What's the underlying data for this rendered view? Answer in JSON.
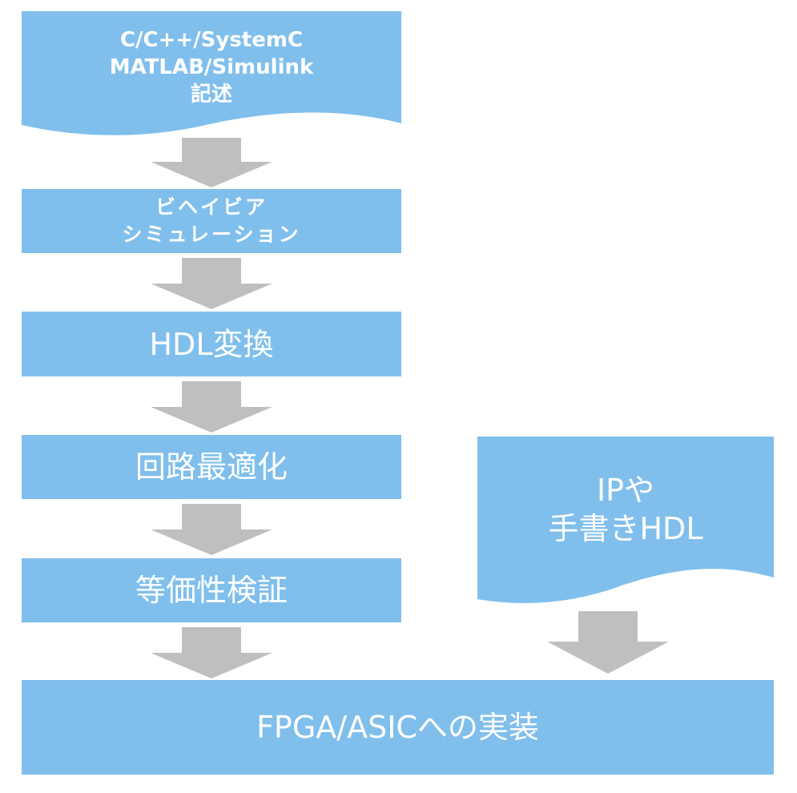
{
  "colors": {
    "box": "#80bfec",
    "arrow": "#bfbfbf",
    "text": "#ffffff"
  },
  "source": {
    "line1": "C/C++/SystemC",
    "line2": "MATLAB/Simulink",
    "line3": "記述"
  },
  "behavior": {
    "line1": "ビヘイビア",
    "line2": "シミュレーション"
  },
  "hdl": {
    "label": "HDL変換"
  },
  "opt": {
    "label": "回路最適化"
  },
  "equiv": {
    "label": "等価性検証"
  },
  "ip": {
    "line1": "IPや",
    "line2": "手書きHDL"
  },
  "impl": {
    "label": "FPGA/ASICへの実装"
  }
}
